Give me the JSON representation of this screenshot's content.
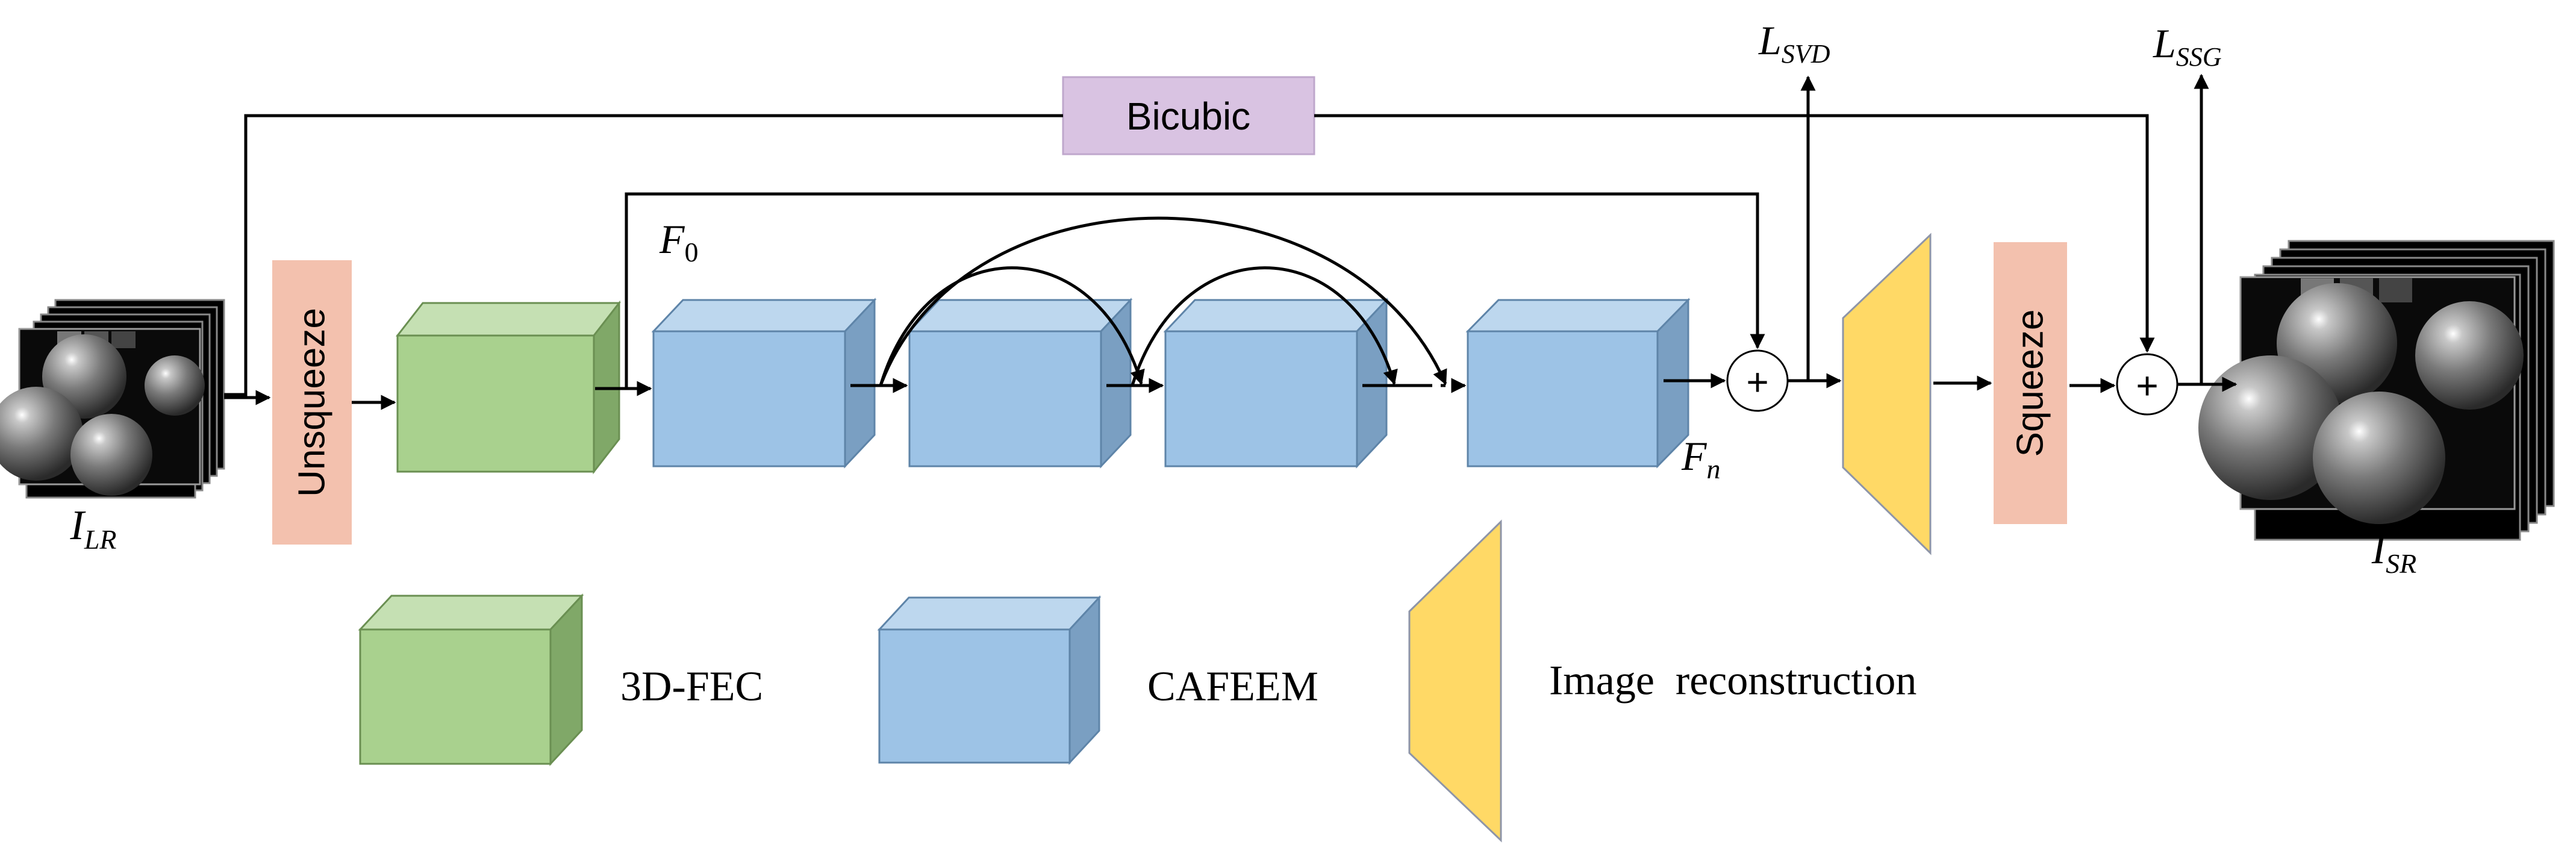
{
  "labels": {
    "bicubic": "Bicubic",
    "unsqueeze": "Unsqueeze",
    "squeeze": "Squeeze",
    "plus": "+",
    "f0_main": "F",
    "f0_sub": "0",
    "fn_main": "F",
    "fn_sub": "n",
    "ilr_main": "I",
    "ilr_sub": "LR",
    "isr_main": "I",
    "isr_sub": "SR",
    "lsvd_main": "L",
    "lsvd_sub": "SVD",
    "lssg_main": "L",
    "lssg_sub": "SSG"
  },
  "legend": {
    "fec": "3D-FEC",
    "cafeem": "CAFEEM",
    "recon": "Image  reconstruction"
  },
  "colors": {
    "green_front": "#a9d18e",
    "green_top": "#c5e0b3",
    "green_side": "#80a868",
    "blue_front": "#9dc3e6",
    "blue_top": "#bdd7ee",
    "blue_side": "#7a9fc2",
    "yellow": "#ffd966",
    "bicubic_fill": "#d9c3e2",
    "squeeze_fill": "#f3c1ae",
    "arrow": "#000000"
  }
}
